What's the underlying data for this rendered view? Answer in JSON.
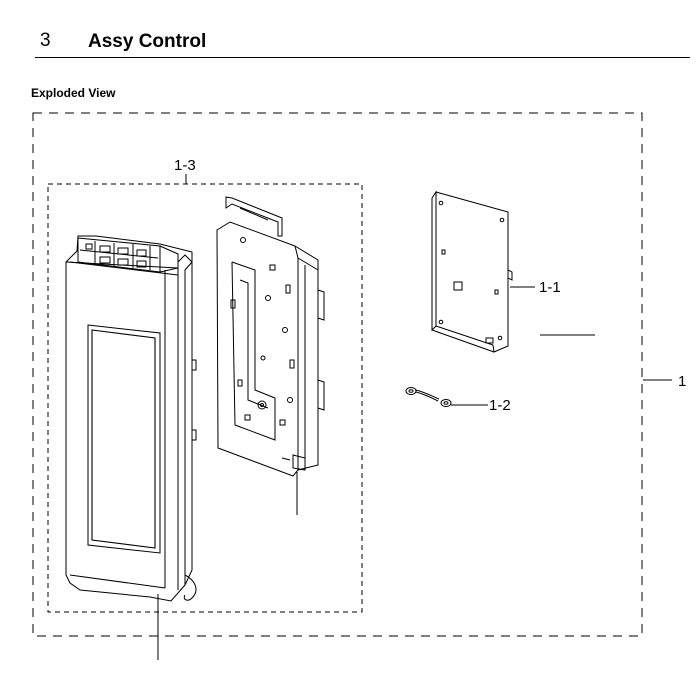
{
  "header": {
    "section_number": "3",
    "section_title": "Assy Control"
  },
  "view_title": "Exploded View",
  "callouts": {
    "assembly": "1",
    "pcb": "1-1",
    "wire": "1-2",
    "panel_group": "1-3"
  }
}
